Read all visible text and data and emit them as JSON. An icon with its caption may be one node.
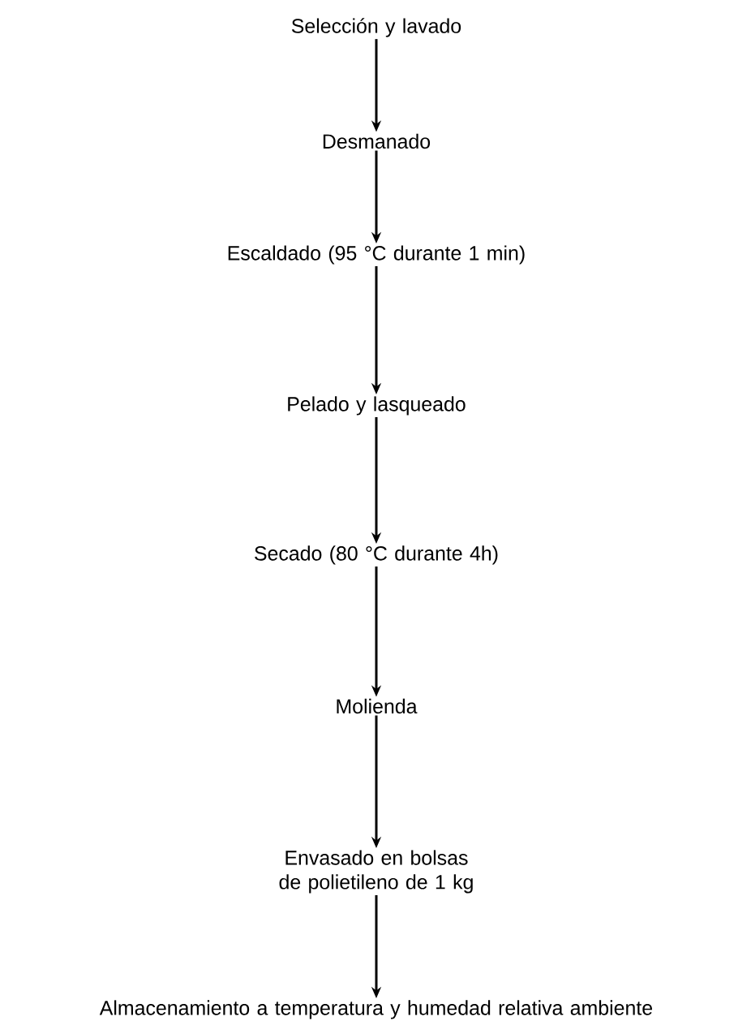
{
  "diagram": {
    "nodes": [
      {
        "text": [
          "Selección y lavado"
        ]
      },
      {
        "text": [
          "Desmanado"
        ]
      },
      {
        "text": [
          "Escaldado (95 °C durante 1 min)"
        ]
      },
      {
        "text": [
          "Pelado y lasqueado"
        ]
      },
      {
        "text": [
          "Secado (80 °C durante 4h)"
        ]
      },
      {
        "text": [
          "Molienda"
        ]
      },
      {
        "text": [
          "Envasado en bolsas de polietileno de 1 kg"
        ]
      },
      {
        "text": [
          "Almacenamiento a temperatura y humedad relativa ambiente"
        ]
      }
    ],
    "edges": [
      {
        "from": 0,
        "to": 1,
        "arrow": "to"
      },
      {
        "from": 1,
        "to": 2,
        "arrow": "to"
      },
      {
        "from": 2,
        "to": 3,
        "arrow": "to"
      },
      {
        "from": 3,
        "to": 4,
        "arrow": "to"
      },
      {
        "from": 4,
        "to": 5,
        "arrow": "to"
      },
      {
        "from": 5,
        "to": 6,
        "arrow": "to"
      },
      {
        "from": 6,
        "to": 7,
        "arrow": "to"
      }
    ]
  }
}
